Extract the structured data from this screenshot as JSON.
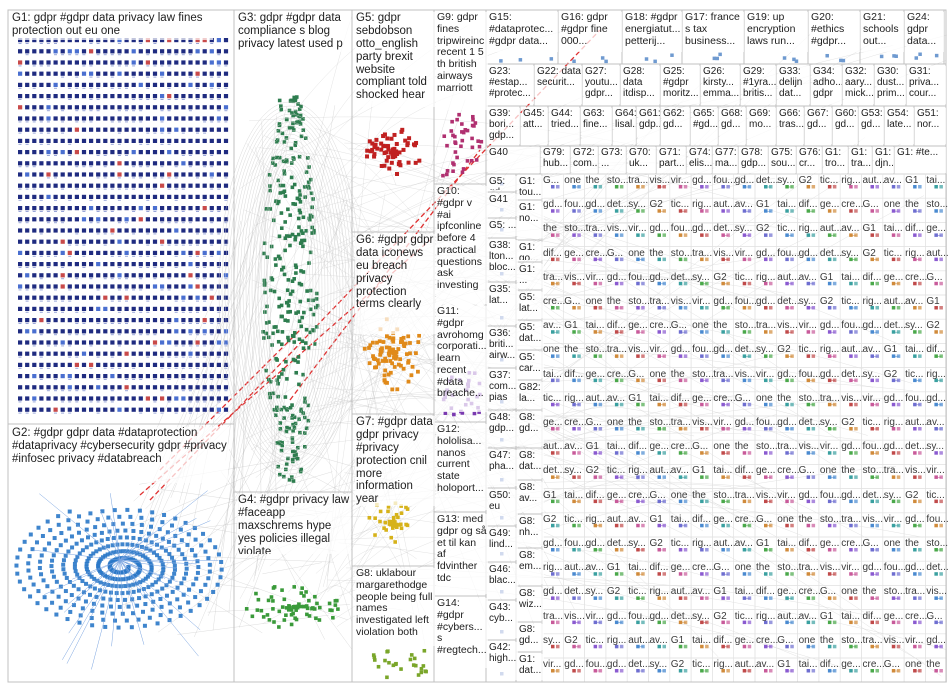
{
  "groups": {
    "g1": "G1: gdpr #gdpr data privacy law fines protection out eu one",
    "g2": "G2: #gdpr gdpr data #dataprotection #dataprivacy #cybersecurity gdpr #privacy #infosec privacy #databreach",
    "g3": "G3: gdpr #gdpr data compliance s blog privacy latest used p",
    "g4": "G4: #gdpr privacy law #faceapp maxschrems hype yes policies illegal violate",
    "g5": "G5: gdpr sebdobson otto_english party brexit website compliant told shocked hear",
    "g6": "G6: #gdpr gdpr data iconews eu breach privacy protection terms clearly",
    "g7": "G7: #gdpr data gdpr privacy #privacy protection cnil more information year",
    "g8": "G8: uklabour margarethodge people being full names investigated left violation both",
    "g9": "G9: gdpr fines tripwireinc recent 1 5 th british airways marriott",
    "g10": "G10: #gdpr v #ai ipfconline before 4 practical questions ask investing",
    "g11": "G11: #gdpr avrohomg corporati... learn recent #data breache...",
    "g12": "G12: hololisa... nanos current state holoport...",
    "g13": "G13: med gdpr og så et til kan af fdvinther tdc",
    "g14": "G14: #gdpr #cybers... s #regtech...",
    "g15": "G15: #dataprotec... #gdpr data...",
    "g16": "G16: gdpr #gdpr fine 000...",
    "g18": "G18: #gdpr energiatut... petterij...",
    "g17": "G17: france s tax business...",
    "g19": "G19: up encryption laws run...",
    "g20": "G20: #ethics #gdpr...",
    "g21": "G21: schools out...",
    "g24": "G24: gdpr data...",
    "r2": [
      "G23: #estap... #protec...",
      "G22: data securit...",
      "G27: youtu... gdpr...",
      "G28: data itdisp...",
      "G25: #gdpr moritz...",
      "G26: kirsty... emma...",
      "G29: #1yra... britis...",
      "G33: delijn dat...",
      "G34: adho... gdpr",
      "G32: aary... mick...",
      "G30: dust... prim...",
      "G31: priva... cour..."
    ],
    "r3": [
      "G39: bori... gdp...",
      "G45: att...",
      "G44: tried...",
      "G63: fine...",
      "G64: lisal...",
      "G61: gdp...",
      "G62: gd...",
      "G65: #gd...",
      "G68: gd...",
      "G69: mo...",
      "G66: tras...",
      "G67: gd...",
      "G60: gd...",
      "G53: gd...",
      "G54: late...",
      "G51: nor..."
    ],
    "r4": [
      "G40",
      "G79: hub...",
      "G72: com...",
      "G73: ...",
      "G70: uk...",
      "G71: part...",
      "G74: elis...",
      "G77: ma...",
      "G78: gdp...",
      "G75: sou...",
      "G76: cr...",
      "G1: tro...",
      "G1: tra...",
      "G1: djn...",
      "G1: #te..."
    ],
    "colA": [
      "G5: gd...",
      "G41",
      "G5: ...",
      "G38: lton... bloc...",
      "G35: lat...",
      "G36: briti... airw...",
      "G37: com... pias",
      "G48: gdp...",
      "G47: pha...",
      "G50: eu",
      "G49: lind...",
      "G46: blac...",
      "G43: cyb...",
      "G42: high..."
    ],
    "colB": [
      "G1: tou...",
      "G1: no...",
      "G1: go...",
      "G1: ...",
      "G5: lat...",
      "G5: dat...",
      "G5: car...",
      "G82: la...",
      "G8: gd...",
      "G8: dat...",
      "G8: av...",
      "G8: nh...",
      "G8: em...",
      "G8: wiz...",
      "G8: gd...",
      "G1: dat..."
    ],
    "grid_tags": [
      "G...",
      "G1",
      "G2",
      "gd...",
      "the",
      "dif...",
      "rig...",
      "gd...",
      "tra...",
      "cre...",
      "av...",
      "sy...",
      "vir...",
      "one",
      "tai...",
      "tic...",
      "fou...",
      "sto...",
      "ge...",
      "aut...",
      "det...",
      "vis..."
    ]
  },
  "colors": {
    "g1_node": "#1f2b80",
    "g2_node": "#2a78c8",
    "g3_node": "#2e7d4f",
    "g4_node": "#3a9a3a",
    "g5_node": "#c02020",
    "g6_node": "#e08a1a",
    "g7_node": "#d6b21a",
    "g8_node": "#7aa62a",
    "g9_node": "#b03070",
    "g10_node": "#7a3ab0",
    "edge": "#b8b8b8",
    "highlight_edge": "#e03030",
    "frame": "#c0c0c0"
  }
}
